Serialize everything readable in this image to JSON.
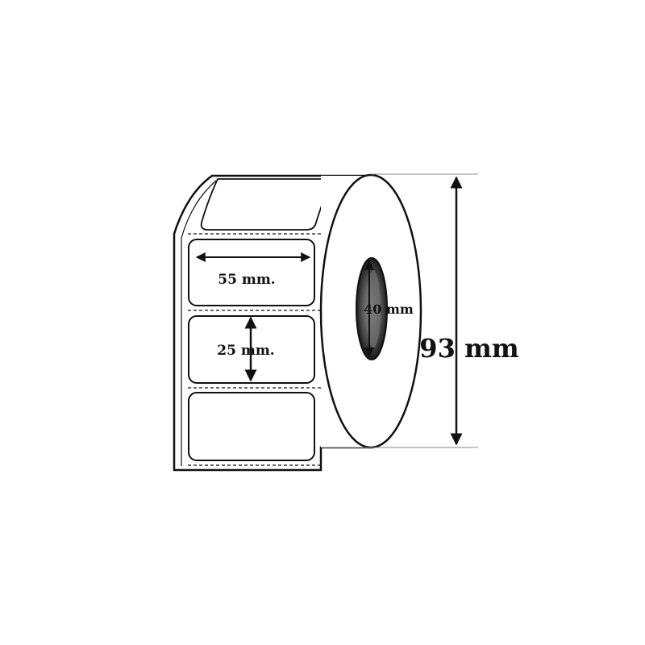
{
  "diagram": {
    "label_width": "55 mm.",
    "label_height": "25 mm.",
    "core_diameter": "40 mm",
    "roll_diameter": "93 mm",
    "colors": {
      "line": "#111111",
      "background": "#ffffff",
      "core_dark": "#2a2a2a",
      "core_mid": "#7a7a7a"
    }
  }
}
